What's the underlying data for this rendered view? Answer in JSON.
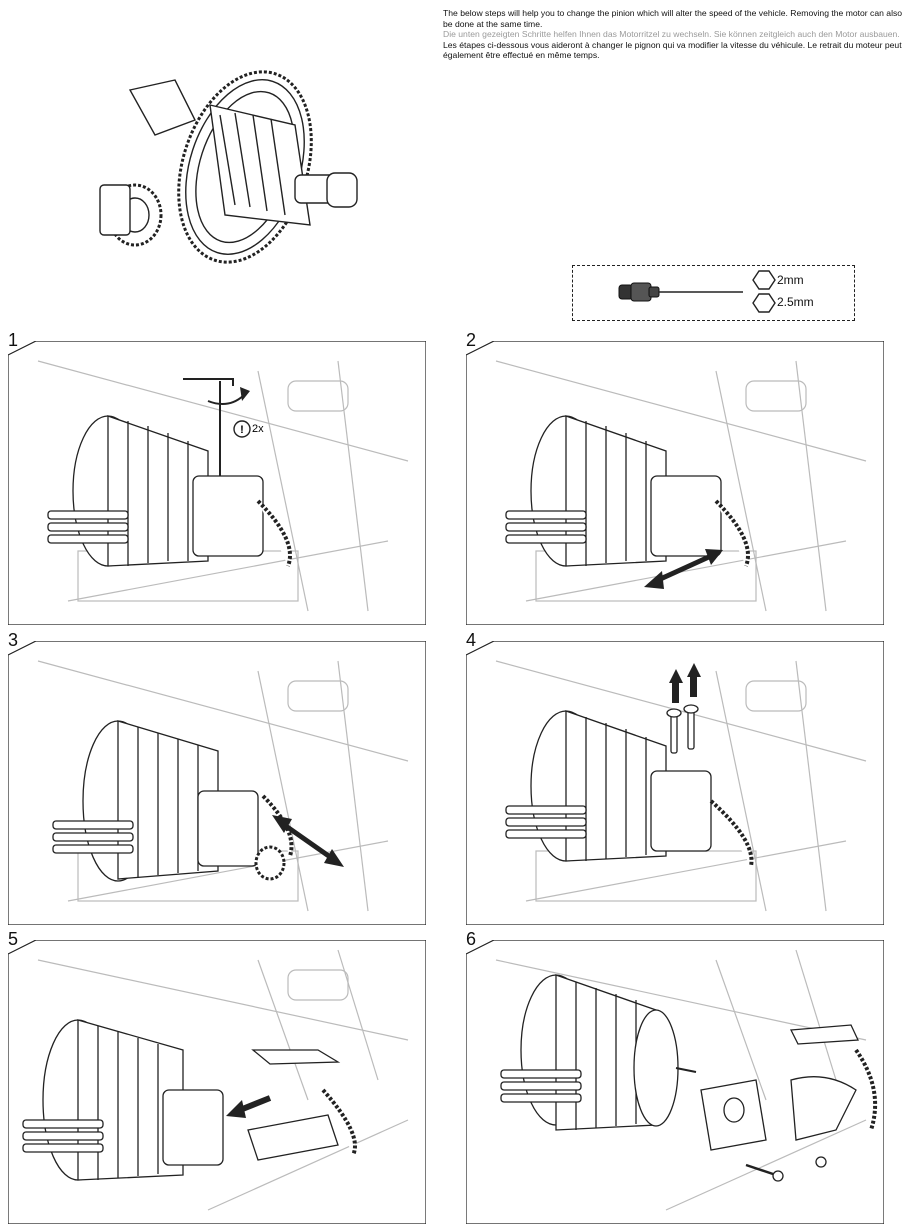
{
  "intro": {
    "en": "The below steps will help you to change the pinion which will alter the speed of the vehicle. Removing the motor can also be done at the same time.",
    "de": "Die unten gezeigten Schritte helfen Ihnen das Motorritzel zu wechseln. Sie können zeitgleich auch den Motor ausbauen.",
    "fr": "Les étapes ci-dessous vous aideront à changer le pignon qui va modifier la vitesse du véhicule. Le retrait du moteur peut également être effectué en même temps."
  },
  "tools": {
    "hex_small": "2mm",
    "hex_large": "2.5mm"
  },
  "steps": [
    {
      "number": "1",
      "note": "2x"
    },
    {
      "number": "2"
    },
    {
      "number": "3"
    },
    {
      "number": "4"
    },
    {
      "number": "5"
    },
    {
      "number": "6"
    }
  ]
}
